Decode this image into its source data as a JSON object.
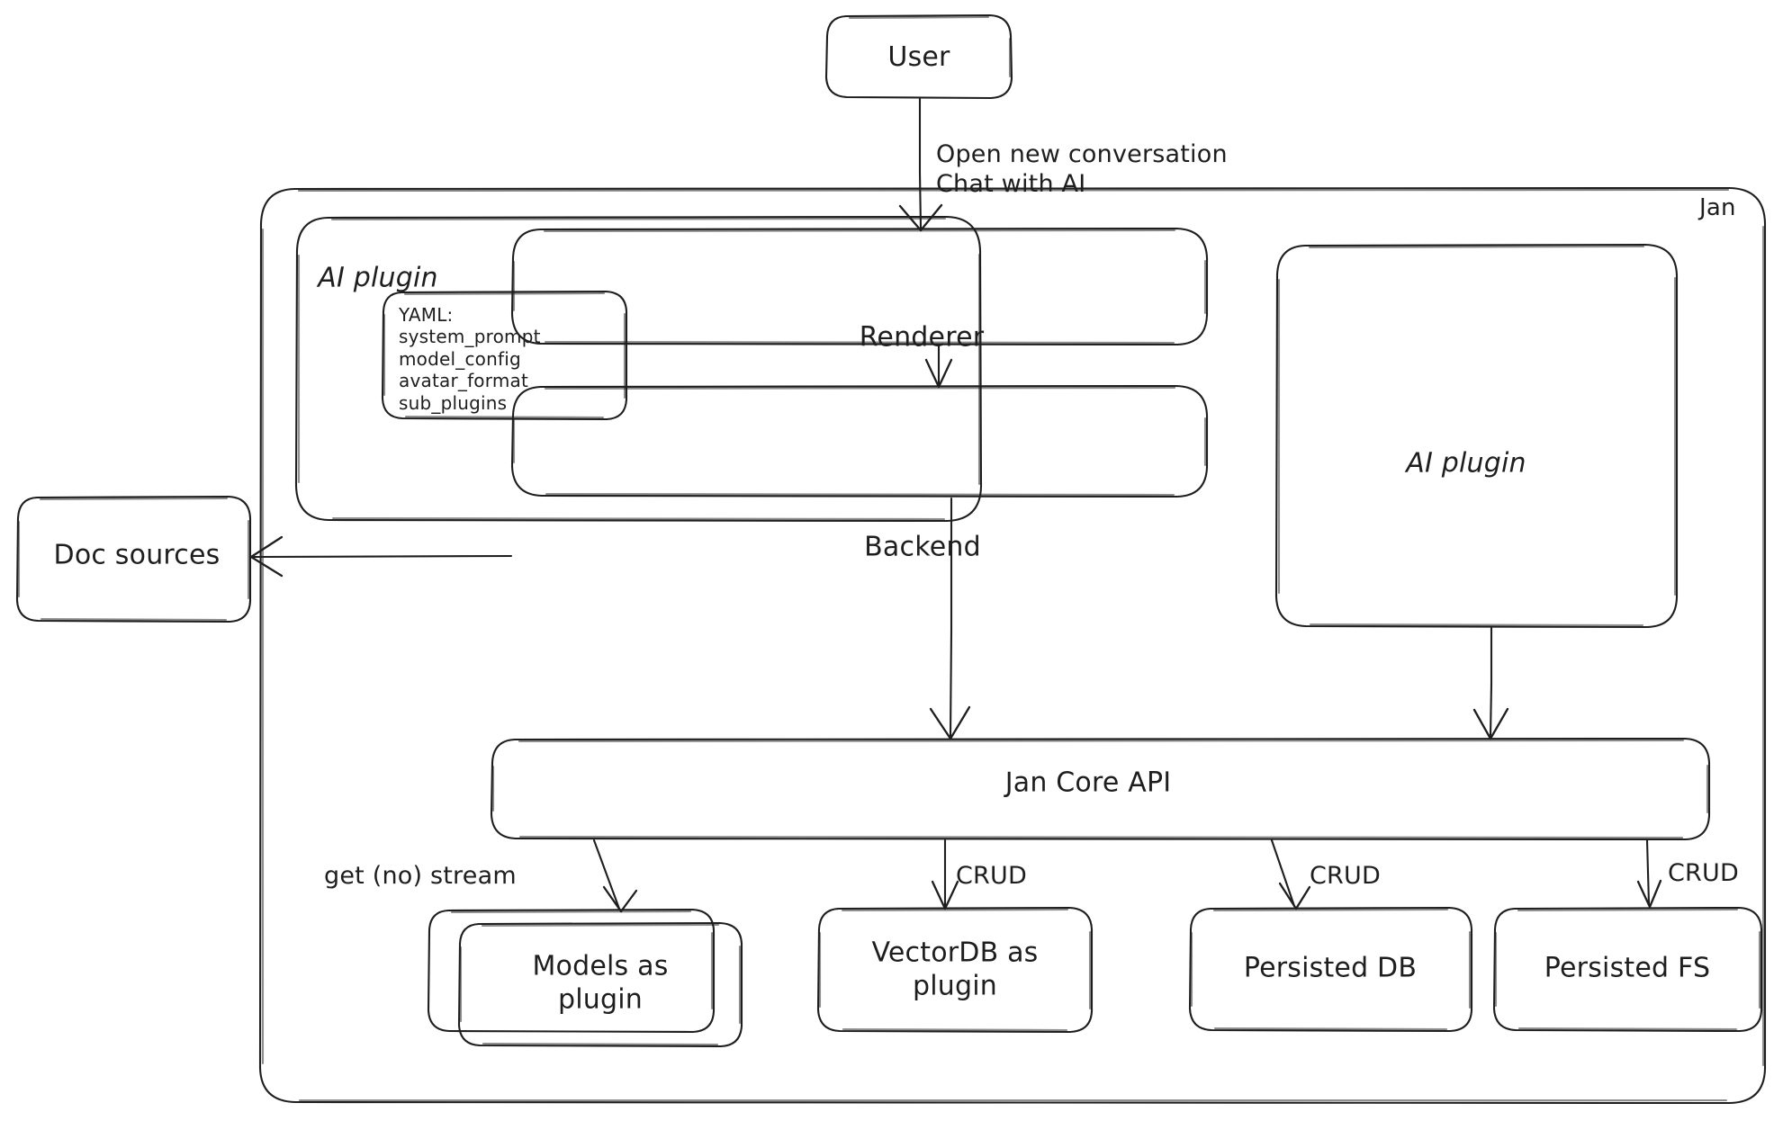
{
  "diagram": {
    "title": "Jan architecture",
    "style": "hand-drawn",
    "stroke_color": "#1e1e1e",
    "background_color": "#ffffff"
  },
  "nodes": {
    "user": {
      "label": "User"
    },
    "jan_container": {
      "label": "Jan"
    },
    "ai_plugin_group": {
      "label": "AI plugin"
    },
    "yaml_note": {
      "label": "YAML:\nsystem_prompt\nmodel_config\navatar_format\nsub_plugins"
    },
    "renderer": {
      "label": "Renderer"
    },
    "backend": {
      "label": "Backend"
    },
    "ai_plugin_box": {
      "label": "AI plugin"
    },
    "doc_sources": {
      "label": "Doc sources"
    },
    "jan_core_api": {
      "label": "Jan Core API"
    },
    "models_plugin": {
      "label": "Models as\nplugin"
    },
    "vectordb_plugin": {
      "label": "VectorDB as\nplugin"
    },
    "persisted_db": {
      "label": "Persisted DB"
    },
    "persisted_fs": {
      "label": "Persisted FS"
    }
  },
  "edges": {
    "user_to_renderer": {
      "label": "Open new conversation\nChat with AI"
    },
    "renderer_to_backend": {
      "label": ""
    },
    "backend_to_doc_sources": {
      "label": ""
    },
    "backend_to_core": {
      "label": ""
    },
    "ai_plugin_to_core": {
      "label": ""
    },
    "core_to_models": {
      "label": "get (no) stream"
    },
    "core_to_vectordb": {
      "label": "CRUD"
    },
    "core_to_persisted_db": {
      "label": "CRUD"
    },
    "core_to_persisted_fs": {
      "label": "CRUD"
    }
  }
}
